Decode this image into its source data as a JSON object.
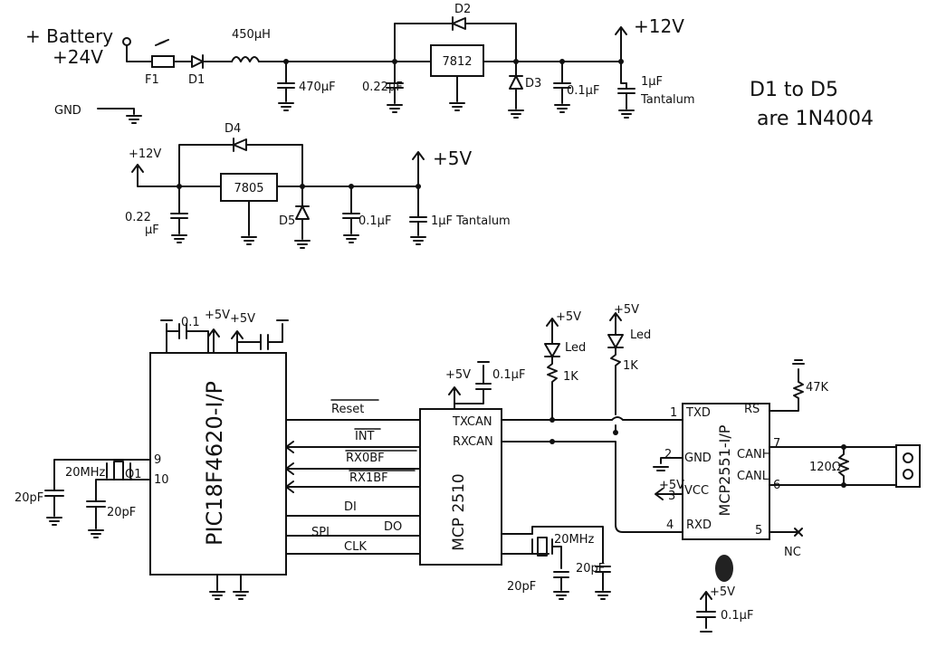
{
  "power_supply": {
    "battery_label": "+ Battery",
    "battery_voltage": "+24V",
    "gnd_label": "GND",
    "fuse": "F1",
    "diode_d1": "D1",
    "inductor": "450µH",
    "cap_470": "470µF",
    "cap_022_a": "0.22µF",
    "regulator_12": "7812",
    "diode_d2": "D2",
    "diode_d3": "D3",
    "cap_01_a": "0.1µF",
    "cap_1u_a": "1µF",
    "tantalum_a": "Tantalum",
    "out_12v": "+12V"
  },
  "regulator_5v": {
    "in_12v": "+12V",
    "cap_022_b_1": "0.22",
    "cap_022_b_2": "µF",
    "diode_d4": "D4",
    "regulator_5": "7805",
    "diode_d5": "D5",
    "cap_01_b": "0.1µF",
    "cap_1u_b": "1µF Tantalum",
    "out_5v": "+5V"
  },
  "note": {
    "line1": "D1 to D5",
    "line2": "are 1N4004"
  },
  "mcu": {
    "name": "PIC18F4620-I/P",
    "cap_01": "0.1",
    "v5_a": "+5V",
    "v5_b": "+5V",
    "pin9": "9",
    "pin10": "10",
    "crystal": "20MHz",
    "crystal_ref": "Q1",
    "cap_20pf_a": "20pF",
    "cap_20pf_b": "20pF",
    "signals": [
      "Reset",
      "INT",
      "RX0BF",
      "RX1BF",
      "DI",
      "SPI",
      "DO",
      "CLK"
    ]
  },
  "can_controller": {
    "name": "MCP 2510",
    "txcan": "TXCAN",
    "rxcan": "RXCAN",
    "v5": "+5V",
    "cap_01": "0.1µF",
    "crystal": "20MHz",
    "cap_20pf_a": "20pF",
    "cap_20pf_b": "20pF"
  },
  "leds": {
    "v5_a": "+5V",
    "led_a": "Led",
    "res_a": "1K",
    "v5_b": "+5V",
    "led_b": "Led",
    "res_b": "1K"
  },
  "transceiver": {
    "name": "MCP2551-I/P",
    "pins": {
      "p1": "1",
      "txd": "TXD",
      "rs": "RS",
      "p2": "2",
      "gnd": "GND",
      "canh": "CANH",
      "p7": "7",
      "vcc": "VCC",
      "canl": "CANL",
      "p6": "6",
      "p3": "3",
      "p4": "4",
      "rxd": "RXD",
      "p5": "5"
    },
    "v5": "+5V",
    "res_rs": "47K",
    "res_term": "120Ω",
    "nc": "NC",
    "cap_01": "0.1µF",
    "v5_cap": "+5V"
  }
}
